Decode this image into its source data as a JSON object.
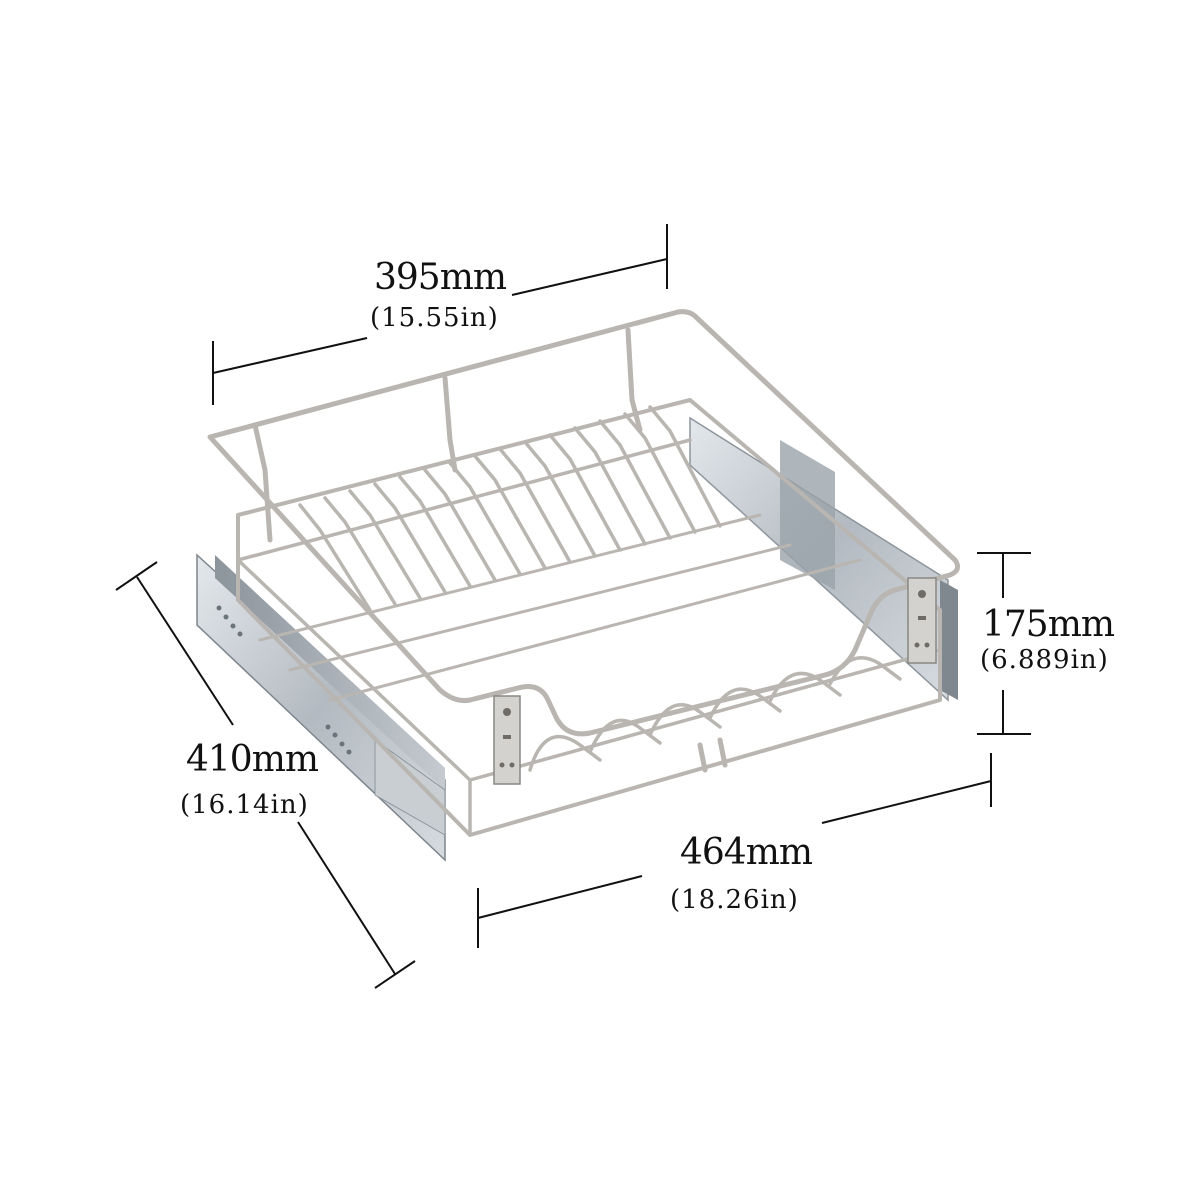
{
  "product": {
    "name": "Pull-out wire dish rack basket with slide rails",
    "wire_color": "#b9b5b0",
    "rail_color": "#a9b0b7"
  },
  "dimensions": {
    "width": {
      "mm": "395mm",
      "inch": "(15.55in)"
    },
    "height": {
      "mm": "175mm",
      "inch": "(6.889in)"
    },
    "depth": {
      "mm": "410mm",
      "inch": "(16.14in)"
    },
    "length": {
      "mm": "464mm",
      "inch": "(18.26in)"
    }
  }
}
